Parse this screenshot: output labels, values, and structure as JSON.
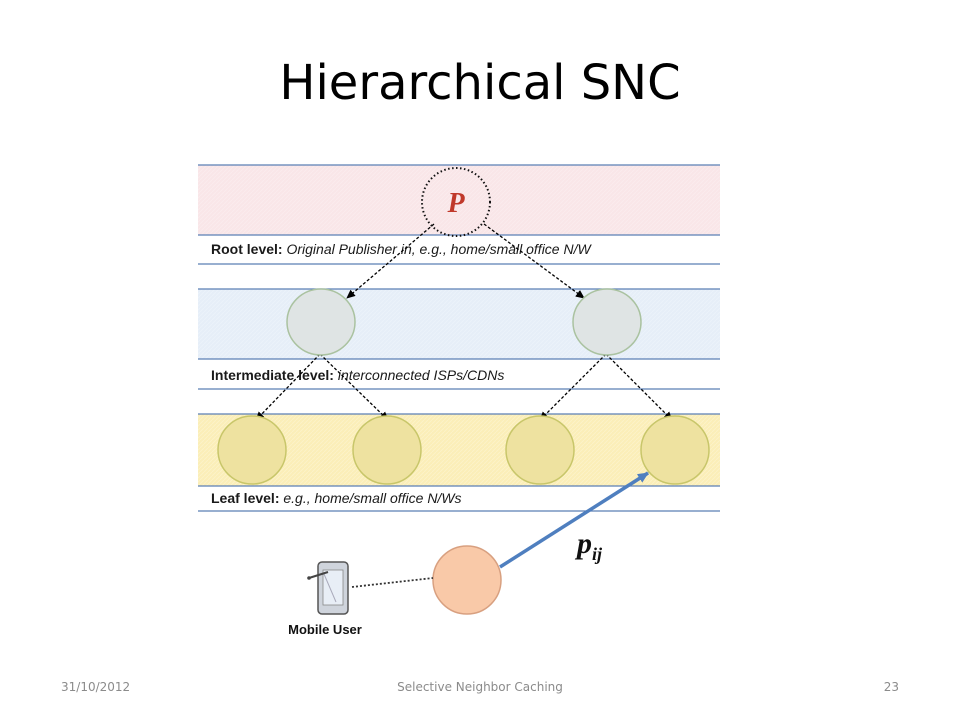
{
  "slide": {
    "title": "Hierarchical SNC"
  },
  "diagram": {
    "root_node_label": "P",
    "root_level_bold": "Root level:",
    "root_level_text": " Original Publisher in, e.g., home/small office N/W",
    "intermediate_level_bold": "Intermediate level:",
    "intermediate_level_text": " interconnected ISPs/CDNs",
    "leaf_level_bold": "Leaf level:",
    "leaf_level_text": " e.g., home/small office N/Ws",
    "edge_label_main": "p",
    "edge_label_sub": "ij",
    "mobile_user_label": "Mobile User",
    "colors": {
      "root_band": "#f9e6e8",
      "intermediate_band": "#e6eef8",
      "leaf_band": "#fbeeb8",
      "band_border": "#5b7fb5",
      "intermediate_node": "#dfe4e4",
      "leaf_node": "#eee2a0",
      "leaf_node_stroke": "#c8c66a",
      "user_node": "#f9c9a8",
      "user_node_stroke": "#d8a080",
      "root_label": "#c0392b",
      "edge_blue": "#4f7fbf"
    }
  },
  "footer": {
    "date": "31/10/2012",
    "center": "Selective Neighbor Caching",
    "page": "23"
  }
}
